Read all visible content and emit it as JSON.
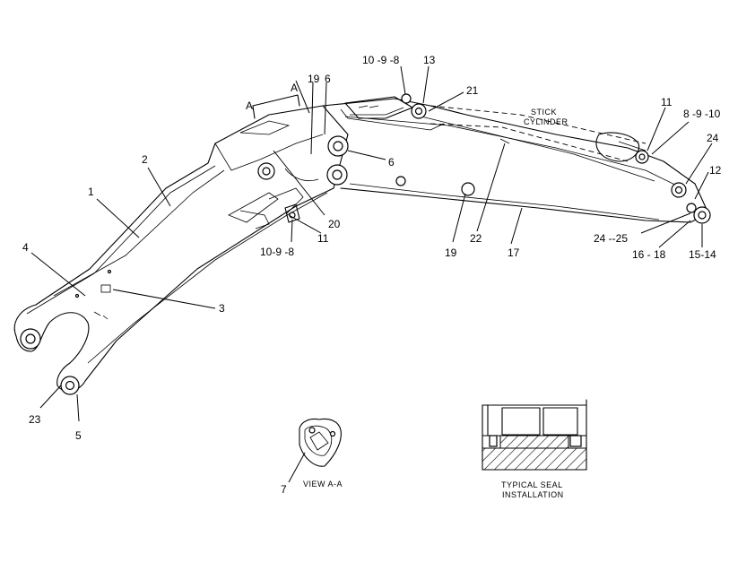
{
  "callouts": {
    "c1": "1",
    "c2": "2",
    "c3": "3",
    "c4": "4",
    "c5": "5",
    "c6a": "6",
    "c6b": "6",
    "c7": "7",
    "c10_9_8_top": "10 -9 -8",
    "c10_9_8_bot": "10-9 -8",
    "c11_top": "11",
    "c11_mid": "11",
    "c12": "12",
    "c13": "13",
    "c15_14": "15-14",
    "c16_18": "16 - 18",
    "c17": "17",
    "c19_top": "19",
    "c19_bot": "19",
    "c20": "20",
    "c21": "21",
    "c22": "22",
    "c23": "23",
    "c24": "24",
    "c24_25": "24 --25",
    "c8_9_10": "8 -9 -10",
    "a_left": "A",
    "a_right": "A"
  },
  "captions": {
    "stick_cylinder_line1": "STICK",
    "stick_cylinder_line2": "CYLINDER",
    "view_aa": "VIEW A-A",
    "seal_line1": "TYPICAL SEAL",
    "seal_line2": "INSTALLATION"
  }
}
